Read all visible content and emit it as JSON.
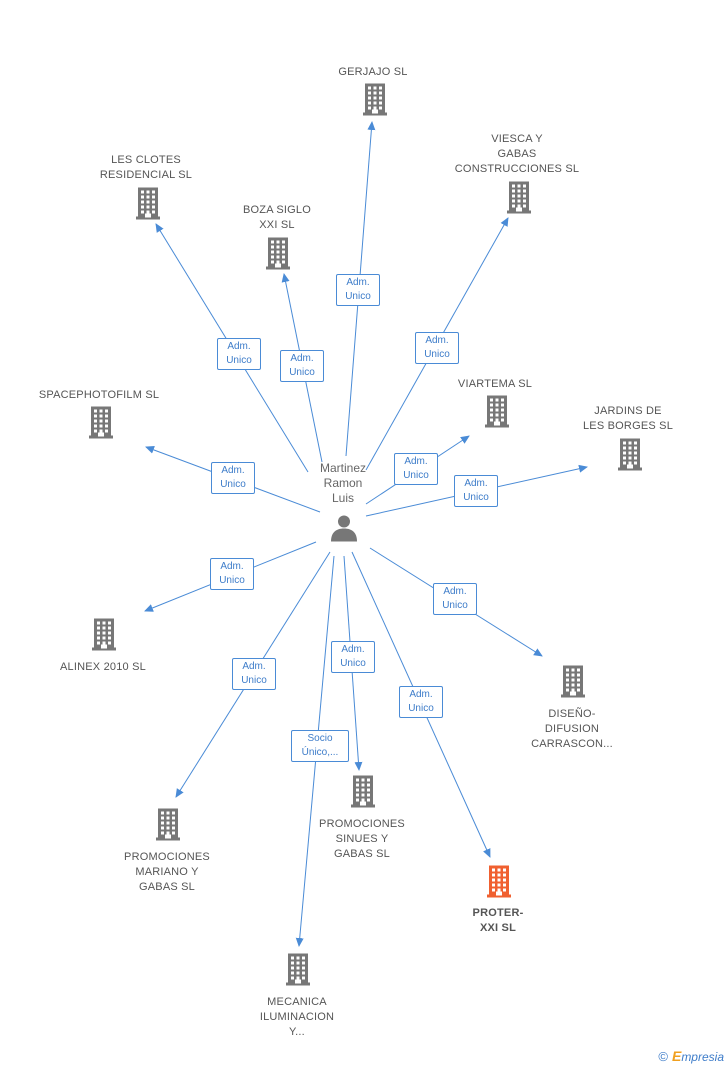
{
  "center": {
    "name_lines": [
      "Martinez",
      "Ramon",
      "Luis"
    ]
  },
  "colors": {
    "link": "#4a8bd6",
    "building": "#777777",
    "building_highlight": "#f06030"
  },
  "companies": [
    {
      "id": "gerjajo",
      "lines": [
        "GERJAJO  SL"
      ],
      "highlight": false
    },
    {
      "id": "viesca",
      "lines": [
        "VIESCA Y",
        "GABAS",
        "CONSTRUCCIONES SL"
      ],
      "highlight": false
    },
    {
      "id": "les-clotes",
      "lines": [
        "LES CLOTES",
        "RESIDENCIAL SL"
      ],
      "highlight": false
    },
    {
      "id": "boza",
      "lines": [
        "BOZA SIGLO",
        "XXI SL"
      ],
      "highlight": false
    },
    {
      "id": "spacephotofilm",
      "lines": [
        "SPACEPHOTOFILM SL"
      ],
      "highlight": false
    },
    {
      "id": "viartema",
      "lines": [
        "VIARTEMA SL"
      ],
      "highlight": false
    },
    {
      "id": "jardins",
      "lines": [
        "JARDINS DE",
        "LES BORGES SL"
      ],
      "highlight": false
    },
    {
      "id": "alinex",
      "lines": [
        "ALINEX 2010 SL"
      ],
      "highlight": false
    },
    {
      "id": "disenio",
      "lines": [
        "DISEÑO-",
        "DIFUSION",
        "CARRASCON..."
      ],
      "highlight": false
    },
    {
      "id": "promo-mariano",
      "lines": [
        "PROMOCIONES",
        "MARIANO Y",
        "GABAS SL"
      ],
      "highlight": false
    },
    {
      "id": "promo-sinues",
      "lines": [
        "PROMOCIONES",
        "SINUES Y",
        "GABAS SL"
      ],
      "highlight": false
    },
    {
      "id": "proter",
      "lines": [
        "PROTER-",
        "XXI SL"
      ],
      "highlight": true
    },
    {
      "id": "mecanica",
      "lines": [
        "MECANICA",
        "ILUMINACION",
        "Y..."
      ],
      "highlight": false
    }
  ],
  "relations": [
    {
      "target": "gerjajo",
      "lines": [
        "Adm.",
        "Unico"
      ]
    },
    {
      "target": "viesca",
      "lines": [
        "Adm.",
        "Unico"
      ]
    },
    {
      "target": "les-clotes",
      "lines": [
        "Adm.",
        "Unico"
      ]
    },
    {
      "target": "boza",
      "lines": [
        "Adm.",
        "Unico"
      ]
    },
    {
      "target": "spacephotofilm",
      "lines": [
        "Adm.",
        "Unico"
      ]
    },
    {
      "target": "viartema",
      "lines": [
        "Adm.",
        "Unico"
      ]
    },
    {
      "target": "jardins",
      "lines": [
        "Adm.",
        "Unico"
      ]
    },
    {
      "target": "alinex",
      "lines": [
        "Adm.",
        "Unico"
      ]
    },
    {
      "target": "disenio",
      "lines": [
        "Adm.",
        "Unico"
      ]
    },
    {
      "target": "promo-mariano",
      "lines": [
        "Adm.",
        "Unico"
      ]
    },
    {
      "target": "promo-sinues",
      "lines": [
        "Adm.",
        "Unico"
      ]
    },
    {
      "target": "proter",
      "lines": [
        "Adm.",
        "Unico"
      ]
    },
    {
      "target": "mecanica",
      "lines": [
        "Socio",
        "Único,..."
      ]
    }
  ],
  "footer": {
    "copyright": "©",
    "brand_initial": "E",
    "brand_rest": "mpresia"
  }
}
